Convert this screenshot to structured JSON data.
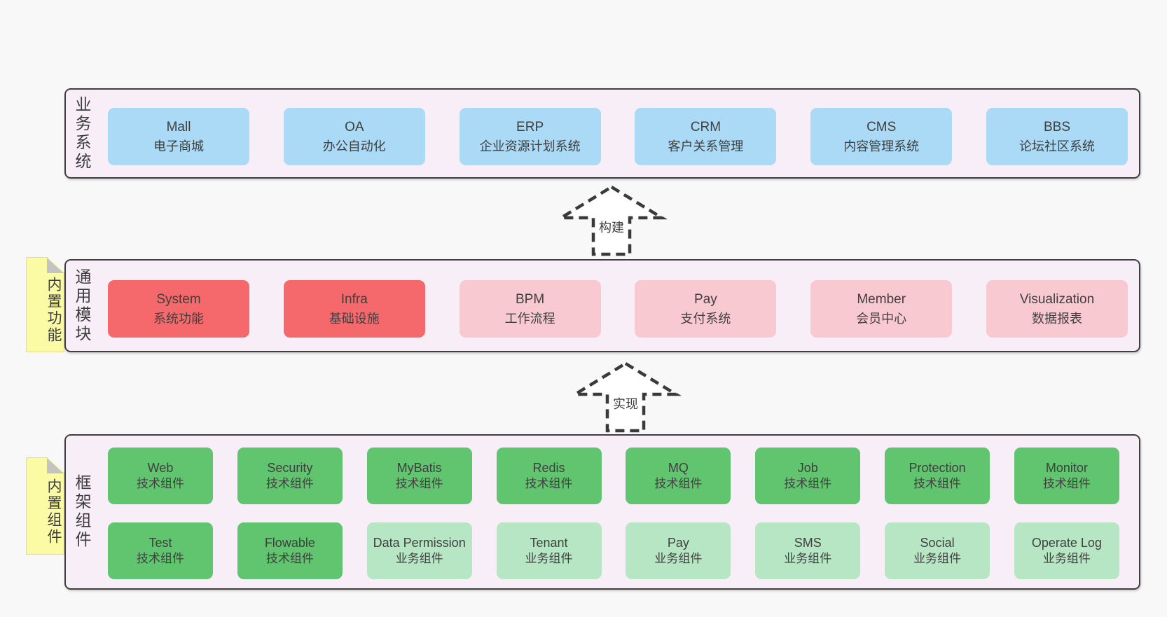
{
  "colors": {
    "page_background": "#f8f8f8",
    "band_background": "#f8eef7",
    "band_border": "#3f3f3f",
    "business_box_blue": "#aadaf5",
    "module_box_red": "#f5696c",
    "module_box_pink": "#f9c9d2",
    "component_box_green": "#61c46f",
    "component_box_green_light": "#b6e6c3",
    "sticky_yellow": "#fbfba6",
    "sticky_fold_gray": "#c3c3c3",
    "text": "#3f3f3f"
  },
  "bands": [
    {
      "side_label": "业务系统",
      "boxes": [
        {
          "title": "Mall",
          "subtitle": "电子商城"
        },
        {
          "title": "OA",
          "subtitle": "办公自动化"
        },
        {
          "title": "ERP",
          "subtitle": "企业资源计划系统"
        },
        {
          "title": "CRM",
          "subtitle": "客户关系管理"
        },
        {
          "title": "CMS",
          "subtitle": "内容管理系统"
        },
        {
          "title": "BBS",
          "subtitle": "论坛社区系统"
        }
      ]
    },
    {
      "side_label": "通用模块",
      "sticky": "内置功能",
      "boxes": [
        {
          "title": "System",
          "subtitle": "系统功能"
        },
        {
          "title": "Infra",
          "subtitle": "基础设施"
        },
        {
          "title": "BPM",
          "subtitle": "工作流程"
        },
        {
          "title": "Pay",
          "subtitle": "支付系统"
        },
        {
          "title": "Member",
          "subtitle": "会员中心"
        },
        {
          "title": "Visualization",
          "subtitle": "数据报表"
        }
      ]
    },
    {
      "side_label": "框架组件",
      "sticky": "内置组件",
      "rows": [
        [
          {
            "title": "Web",
            "subtitle": "技术组件"
          },
          {
            "title": "Security",
            "subtitle": "技术组件"
          },
          {
            "title": "MyBatis",
            "subtitle": "技术组件"
          },
          {
            "title": "Redis",
            "subtitle": "技术组件"
          },
          {
            "title": "MQ",
            "subtitle": "技术组件"
          },
          {
            "title": "Job",
            "subtitle": "技术组件"
          },
          {
            "title": "Protection",
            "subtitle": "技术组件"
          },
          {
            "title": "Monitor",
            "subtitle": "技术组件"
          }
        ],
        [
          {
            "title": "Test",
            "subtitle": "技术组件"
          },
          {
            "title": "Flowable",
            "subtitle": "技术组件"
          },
          {
            "title": "Data Permission",
            "subtitle": "业务组件"
          },
          {
            "title": "Tenant",
            "subtitle": "业务组件"
          },
          {
            "title": "Pay",
            "subtitle": "业务组件"
          },
          {
            "title": "SMS",
            "subtitle": "业务组件"
          },
          {
            "title": "Social",
            "subtitle": "业务组件"
          },
          {
            "title": "Operate Log",
            "subtitle": "业务组件"
          }
        ]
      ]
    }
  ],
  "arrows": [
    {
      "label": "构建"
    },
    {
      "label": "实现"
    }
  ]
}
